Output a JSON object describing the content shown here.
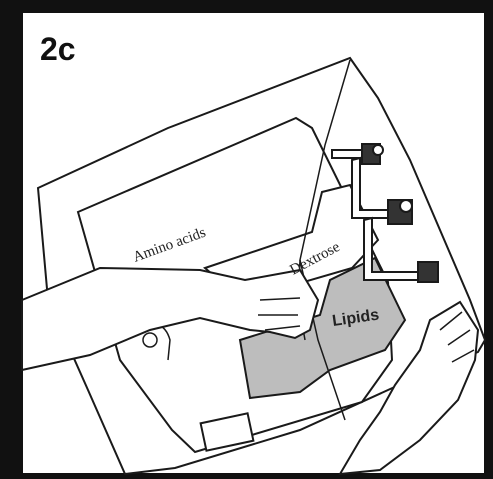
{
  "step_label": "2c",
  "compartments": {
    "amino_acids": "Amino acids",
    "dextrose": "Dextrose",
    "lipids": "Lipids"
  },
  "colors": {
    "frame": "#111111",
    "lipid_fill": "#bdbdbd",
    "line": "#1a1a1a"
  }
}
